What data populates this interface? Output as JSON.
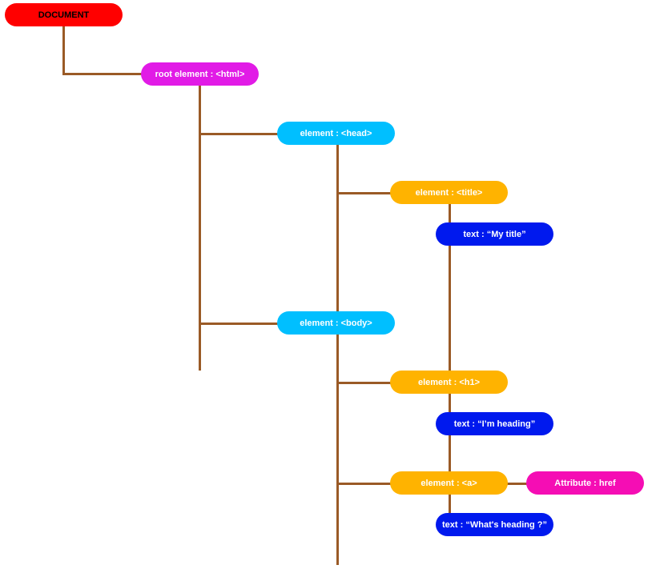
{
  "nodes": {
    "document": "DOCUMENT",
    "html": "root element : <html>",
    "head": "element : <head>",
    "body": "element : <body>",
    "title": "element : <title>",
    "title_text": "text : “My title”",
    "h1": "element : <h1>",
    "h1_text": "text : “I’m heading”",
    "a": "element : <a>",
    "a_text": "text : “What's heading ?”",
    "attr": "Attribute : href"
  },
  "colors": {
    "connector": "#9a5a26",
    "document": "#ff0000",
    "root": "#e11be6",
    "element_level1": "#00bfff",
    "element_level2": "#ffb300",
    "text": "#0019ee",
    "attribute": "#f50db4"
  }
}
